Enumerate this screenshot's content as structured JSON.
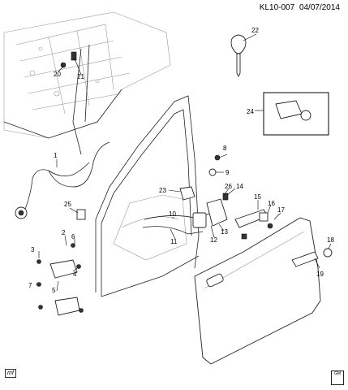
{
  "header": {
    "code": "KL10-007",
    "date": "04/07/2014"
  },
  "footer": {
    "left_mark": "mf",
    "right_logo_text": "GM"
  },
  "callouts": [
    "1",
    "2",
    "3",
    "4",
    "5",
    "6",
    "7",
    "8",
    "9",
    "10",
    "11",
    "12",
    "13",
    "14",
    "15",
    "16",
    "17",
    "18",
    "19",
    "20",
    "21",
    "22",
    "23",
    "24",
    "25",
    "26"
  ]
}
